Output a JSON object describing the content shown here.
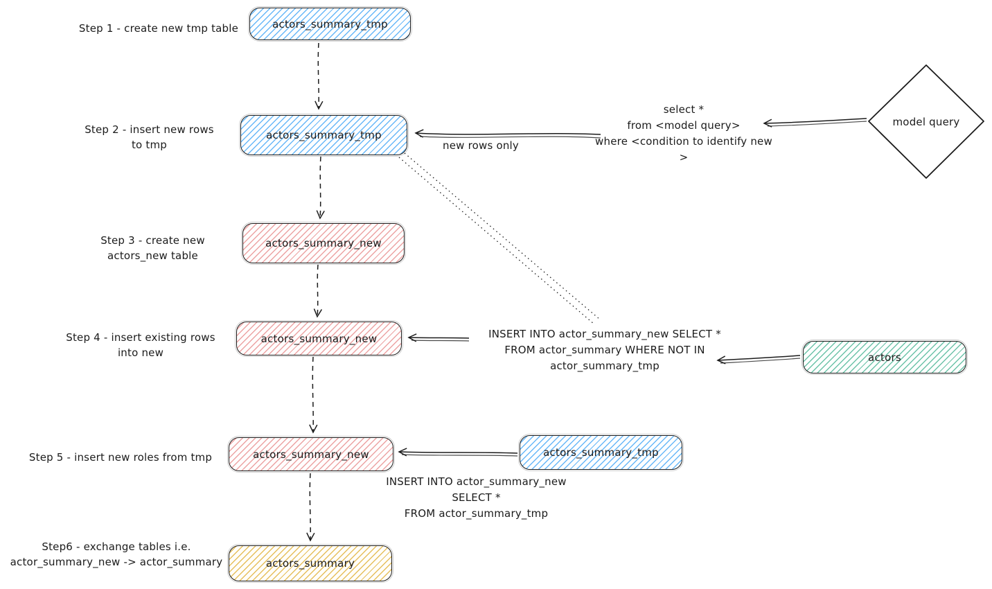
{
  "diagram": {
    "main_flow": [
      {
        "step_label": "Step 1 - create new tmp table",
        "node_label": "actors_summary_tmp",
        "color": "blue"
      },
      {
        "step_label": "Step 2 - insert new rows\nto tmp",
        "node_label": "actors_summary_tmp",
        "color": "blue"
      },
      {
        "step_label": "Step 3 - create new\nactors_new table",
        "node_label": "actors_summary_new",
        "color": "pink"
      },
      {
        "step_label": "Step 4 - insert existing rows\ninto new",
        "node_label": "actors_summary_new",
        "color": "pink"
      },
      {
        "step_label": "Step 5 - insert new roles from tmp",
        "node_label": "actors_summary_new",
        "color": "pink"
      },
      {
        "step_label": "Step6 - exchange tables i.e.\nactor_summary_new -> actor_summary",
        "node_label": "actors_summary",
        "color": "yellow"
      }
    ],
    "side_nodes": {
      "model_query": {
        "label": "model query",
        "shape": "diamond"
      },
      "actors": {
        "label": "actors",
        "color": "green"
      },
      "tmp_source": {
        "label": "actors_summary_tmp",
        "color": "blue"
      }
    },
    "annotations": {
      "new_rows_only": "new rows only",
      "model_select": "select *\nfrom <model query>\nwhere <condition to identify new >",
      "insert_existing": "INSERT INTO actor_summary_new SELECT *\nFROM actor_summary WHERE NOT IN\nactor_summary_tmp",
      "insert_from_tmp": "INSERT INTO actor_summary_new\nSELECT *\nFROM actor_summary_tmp"
    },
    "colors": {
      "stroke": "#1b1b1b",
      "blue": "#4dabf7",
      "pink": "#e99393",
      "green": "#52b799",
      "yellow": "#e3b84b",
      "background": "#ffffff"
    }
  }
}
